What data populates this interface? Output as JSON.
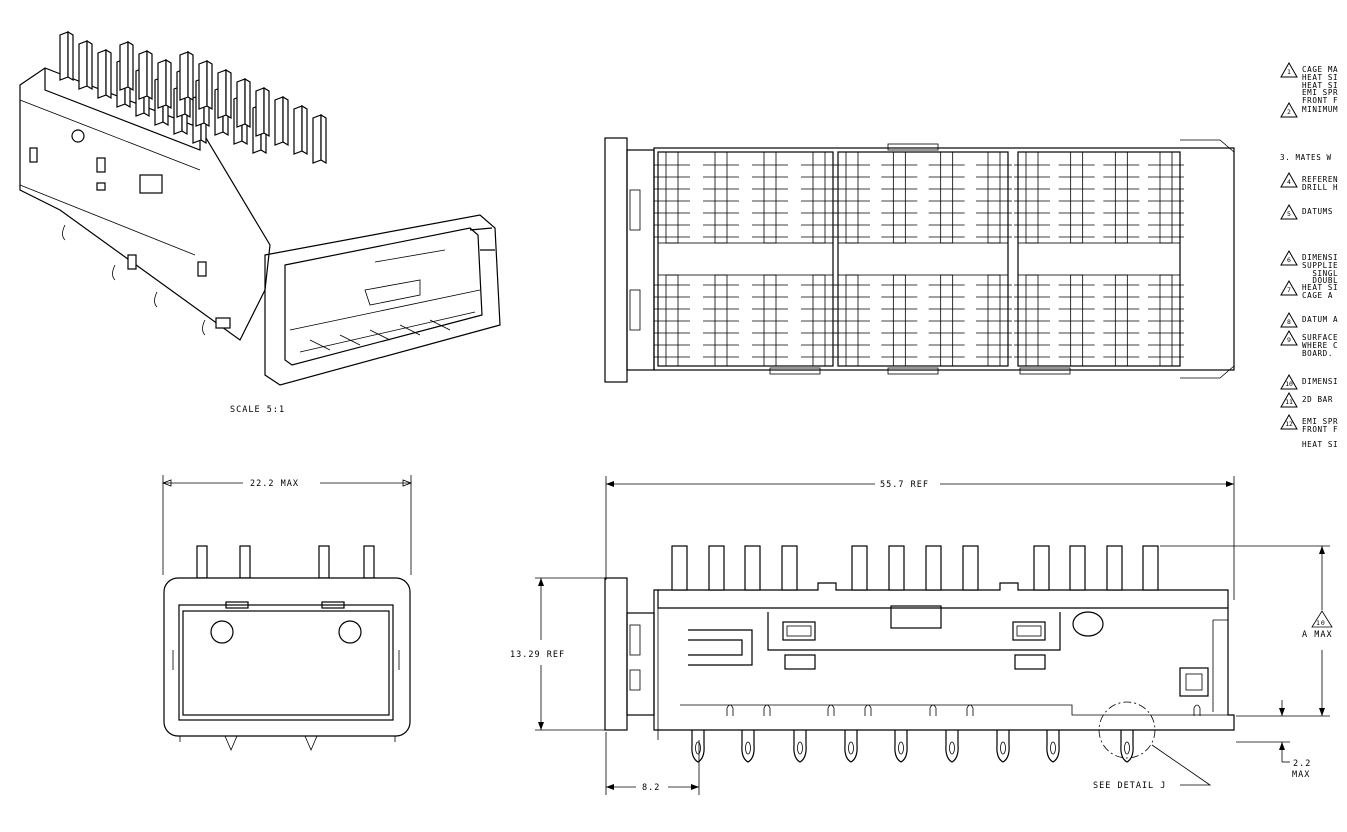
{
  "labels": {
    "scale": "SCALE  5:1",
    "dim_width": "22.2 MAX",
    "dim_length": "55.7 REF",
    "dim_height": "13.29 REF",
    "dim_offset": "8.2",
    "dim_a_max": "A MAX",
    "dim_a_marker": "10",
    "dim_bottom": "2.2",
    "dim_bottom_unit": "MAX",
    "see_detail": "SEE DETAIL  J"
  },
  "notes": [
    {
      "marker": "1",
      "text": "CAGE MA\nHEAT SI\nHEAT SI\nEMI SPR\nFRONT F"
    },
    {
      "marker": "2",
      "text": "MINIMUM"
    },
    {
      "marker": "",
      "text": "3. MATES W"
    },
    {
      "marker": "4",
      "text": "REFEREN\nDRILL H"
    },
    {
      "marker": "5",
      "text": "DATUMS"
    },
    {
      "marker": "6",
      "text": "DIMENSI\nSUPPLIE\n  SINGL\n  DOUBL"
    },
    {
      "marker": "7",
      "text": "HEAT SI\nCAGE A"
    },
    {
      "marker": "8",
      "text": "DATUM A"
    },
    {
      "marker": "9",
      "text": "SURFACE\nWHERE C\nBOARD."
    },
    {
      "marker": "10",
      "text": "DIMENSI"
    },
    {
      "marker": "11",
      "text": "2D BAR"
    },
    {
      "marker": "12",
      "text": "EMI SPR\nFRONT F\n\nHEAT SI"
    }
  ]
}
